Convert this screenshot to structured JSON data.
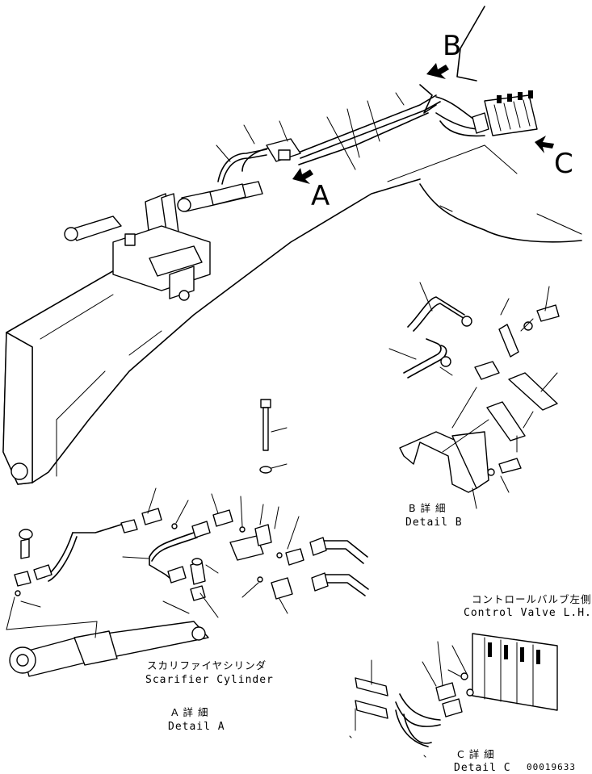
{
  "view_markers": {
    "a": "A",
    "b": "B",
    "c": "C"
  },
  "details": {
    "b": {
      "jp": "B 詳 細",
      "en": "Detail B"
    },
    "a": {
      "jp": "A 詳 細",
      "en": "Detail A"
    },
    "c": {
      "jp": "C 詳 細",
      "en": "Detail C"
    }
  },
  "parts": {
    "control_valve_jp": "コントロールバルブ左側",
    "control_valve_en": "Control Valve L.H.",
    "scarifier_jp": "スカリファイヤシリンダ",
    "scarifier_en": "Scarifier Cylinder"
  },
  "drawing_number": "00019633"
}
